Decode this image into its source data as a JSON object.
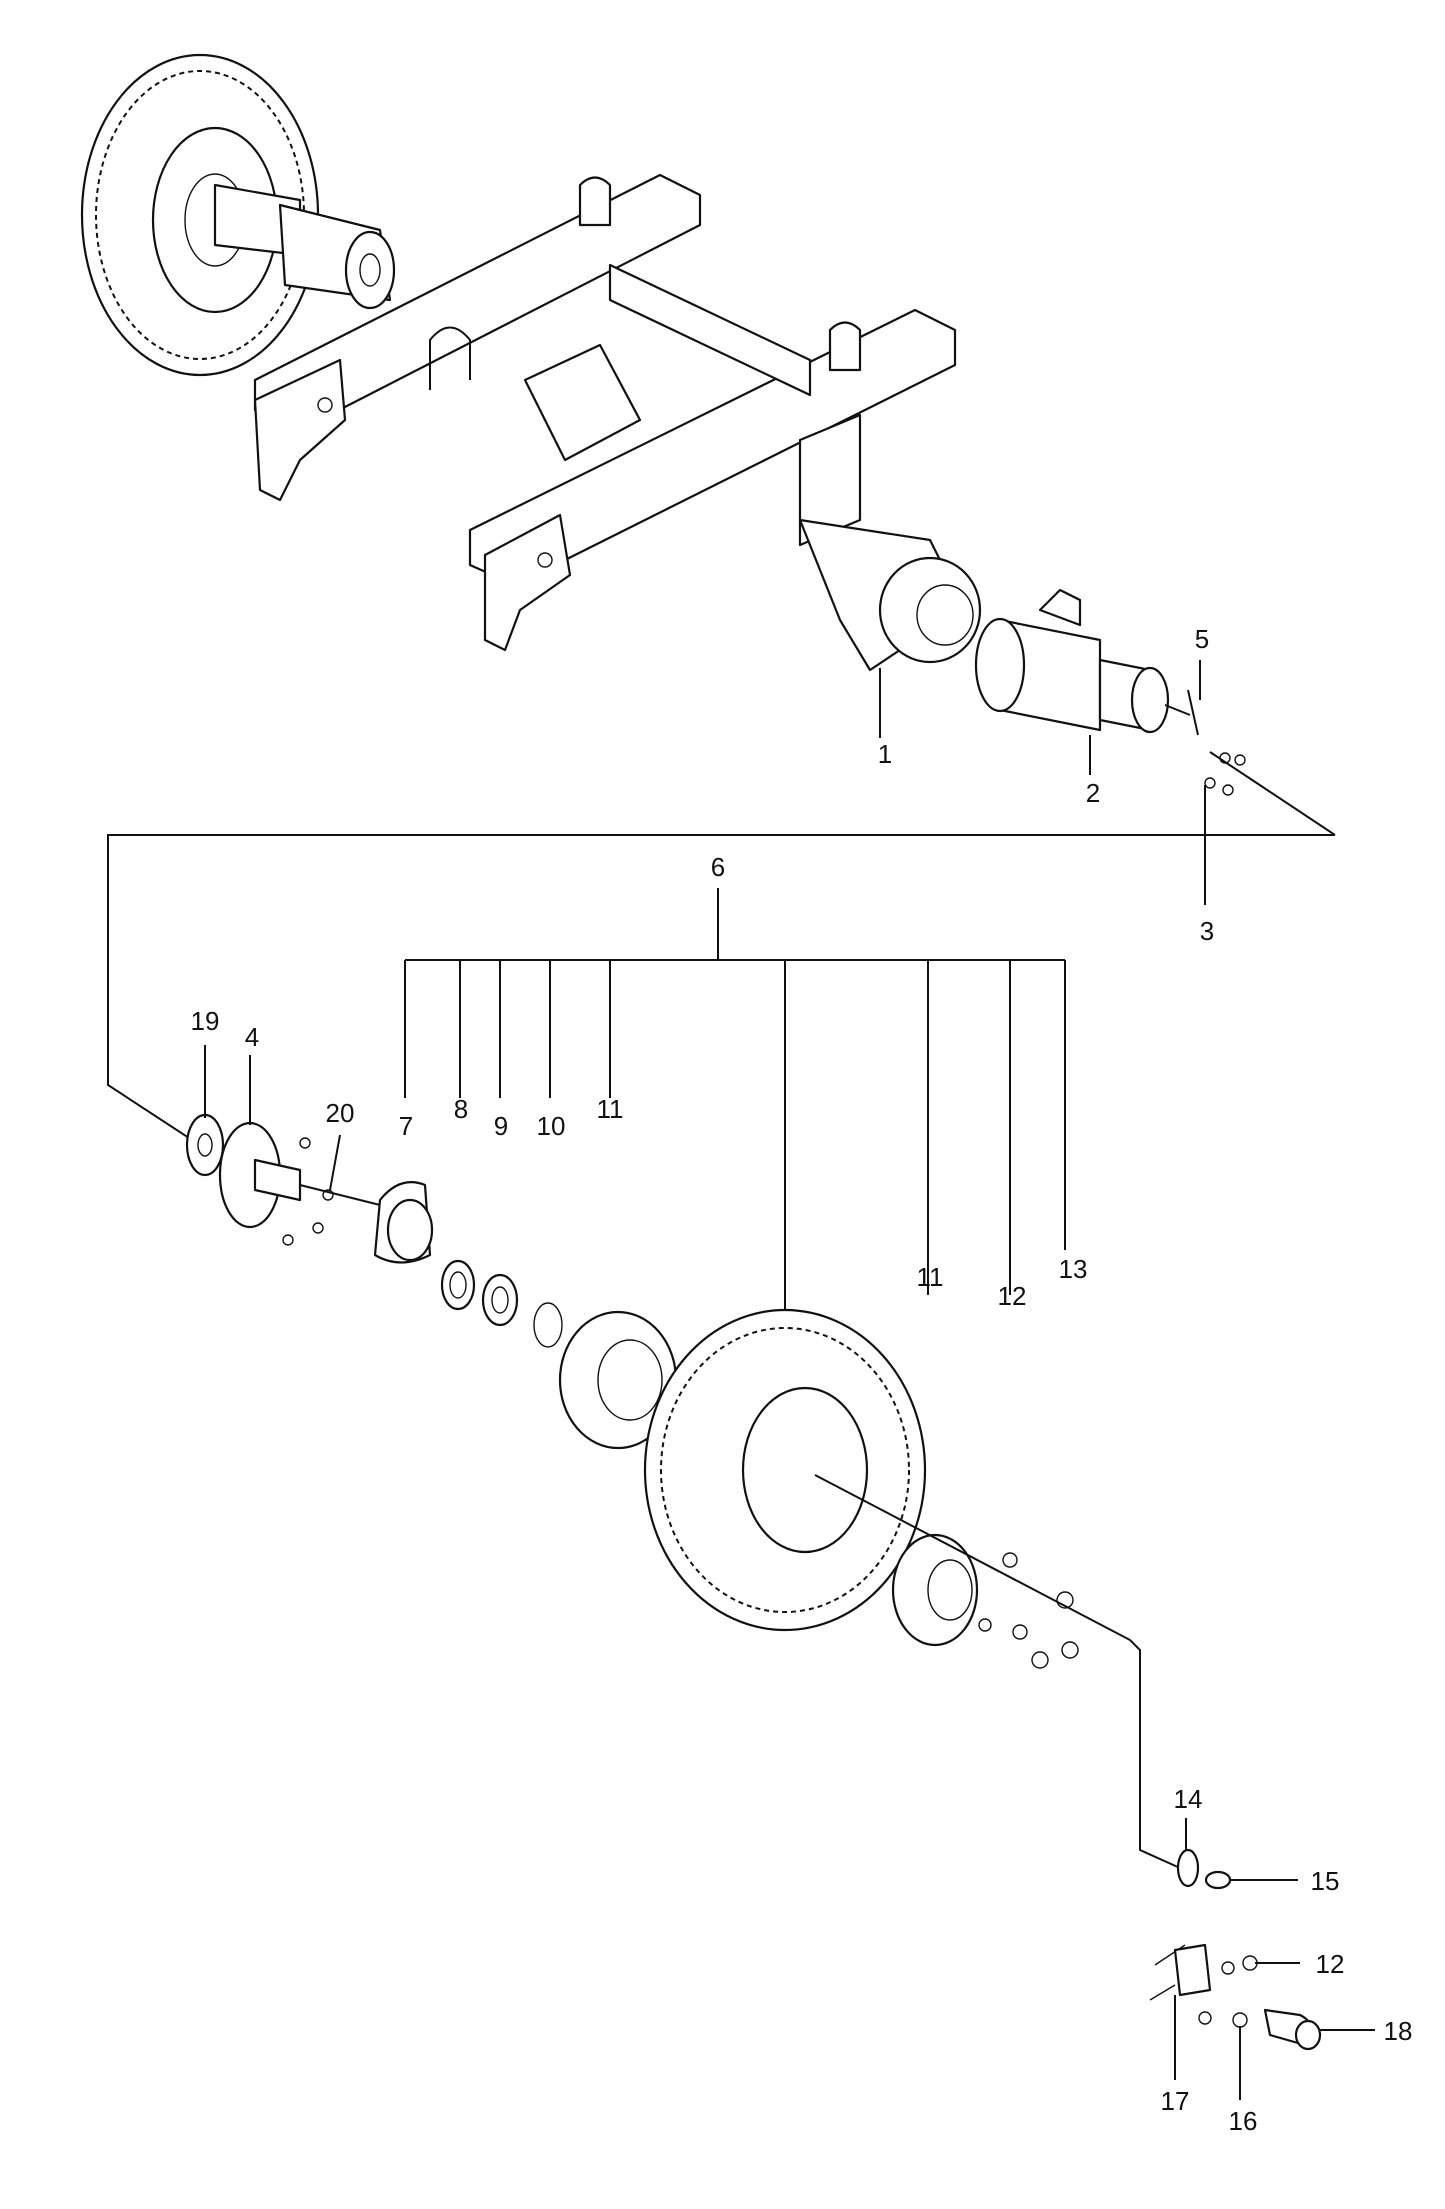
{
  "callouts": [
    {
      "id": "c1",
      "text": "1"
    },
    {
      "id": "c2",
      "text": "2"
    },
    {
      "id": "c3",
      "text": "3"
    },
    {
      "id": "c4",
      "text": "4"
    },
    {
      "id": "c5",
      "text": "5"
    },
    {
      "id": "c6",
      "text": "6"
    },
    {
      "id": "c7",
      "text": "7"
    },
    {
      "id": "c8",
      "text": "8"
    },
    {
      "id": "c9",
      "text": "9"
    },
    {
      "id": "c10",
      "text": "10"
    },
    {
      "id": "c11a",
      "text": "11"
    },
    {
      "id": "c11b",
      "text": "11"
    },
    {
      "id": "c12a",
      "text": "12"
    },
    {
      "id": "c12b",
      "text": "12"
    },
    {
      "id": "c13",
      "text": "13"
    },
    {
      "id": "c14",
      "text": "14"
    },
    {
      "id": "c15",
      "text": "15"
    },
    {
      "id": "c16",
      "text": "16"
    },
    {
      "id": "c17",
      "text": "17"
    },
    {
      "id": "c18",
      "text": "18"
    },
    {
      "id": "c19",
      "text": "19"
    },
    {
      "id": "c20",
      "text": "20"
    }
  ]
}
